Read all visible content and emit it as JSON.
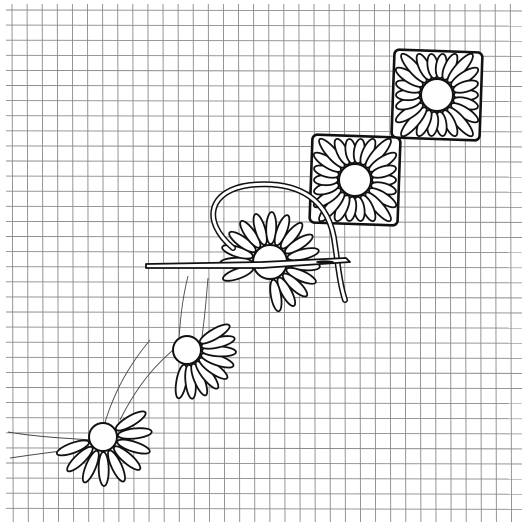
{
  "illustration": {
    "subject": "embroidery-stitch-diagram",
    "stitch": "radiating-petal-stitch-on-grid",
    "colors": {
      "paper": "#ffffff",
      "grid": "#8a8a8a",
      "ink": "#111111",
      "thread": "#4a4a4a"
    },
    "motifs": [
      {
        "id": "motif-1",
        "state": "complete",
        "coverage": 1.0
      },
      {
        "id": "motif-2",
        "state": "complete",
        "coverage": 1.0
      },
      {
        "id": "motif-3",
        "state": "in-progress",
        "coverage": 0.75
      },
      {
        "id": "motif-4",
        "state": "in-progress",
        "coverage": 0.4
      },
      {
        "id": "motif-5",
        "state": "in-progress",
        "coverage": 0.4
      }
    ],
    "tools": [
      "needle",
      "working-thread"
    ]
  }
}
